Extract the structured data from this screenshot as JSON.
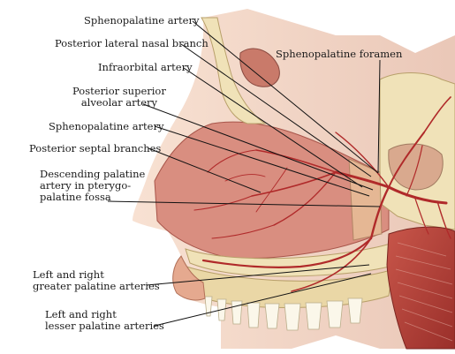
{
  "labels": {
    "sphenopalatine_artery_top": "Sphenopalatine artery",
    "posterior_lateral_nasal_branch": "Posterior lateral nasal branch",
    "infraorbital_artery": "Infraorbital artery",
    "posterior_superior_alveolar_artery_1": "Posterior superior",
    "posterior_superior_alveolar_artery_2": "alveolar artery",
    "sphenopalatine_artery_mid": "Sphenopalatine artery",
    "posterior_septal_branches": "Posterior septal branches",
    "descending_palatine_1": "Descending palatine",
    "descending_palatine_2": "artery in pterygo-",
    "descending_palatine_3": "palatine fossa",
    "sphenopalatine_foramen": "Sphenopalatine foramen",
    "greater_palatine_1": "Left and right",
    "greater_palatine_2": "greater palatine arteries",
    "lesser_palatine_1": "Left and right",
    "lesser_palatine_2": "lesser palatine arteries"
  },
  "colors": {
    "artery": "#b02a2a",
    "mucosa": "#d98e80",
    "bone": "#f0e2b8",
    "skin": "#e7b59a",
    "muscle": "#b8433a",
    "leader": "#111111"
  }
}
